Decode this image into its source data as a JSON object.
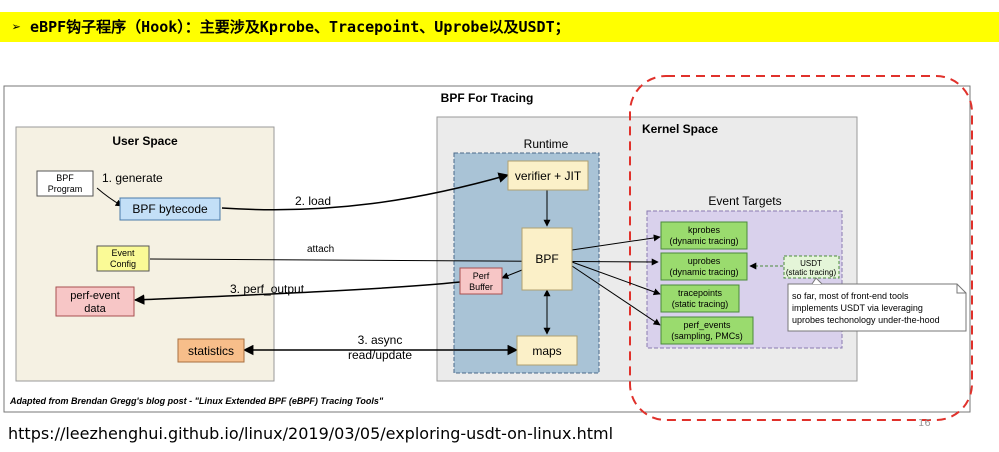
{
  "header": {
    "text": "➢ eBPF钩子程序（Hook）：主要涉及Kprobe、Tracepoint、Uprobe以及USDT；"
  },
  "diagram": {
    "title": "BPF For Tracing",
    "user_space": {
      "title": "User Space",
      "bpf_program": [
        "BPF",
        "Program"
      ],
      "bpf_bytecode": "BPF bytecode",
      "event_config": [
        "Event",
        "Config"
      ],
      "perf_event_data": [
        "perf-event",
        "data"
      ],
      "statistics": "statistics"
    },
    "runtime": {
      "title": "Runtime",
      "verifier": "verifier + JIT",
      "bpf": "BPF",
      "perf_buffer": [
        "Perf",
        "Buffer"
      ],
      "maps": "maps"
    },
    "kernel_space": {
      "title": "Kernel Space",
      "event_targets": {
        "title": "Event Targets",
        "kprobes": [
          "kprobes",
          "(dynamic tracing)"
        ],
        "uprobes": [
          "uprobes",
          "(dynamic tracing)"
        ],
        "tracepoints": [
          "tracepoints",
          "(static tracing)"
        ],
        "perf_events": [
          "perf_events",
          "(sampling, PMCs)"
        ],
        "usdt": [
          "USDT",
          "(static tracing)"
        ]
      },
      "note": [
        "so far, most of front-end tools",
        "implements USDT via leveraging",
        "uprobes techonology under-the-hood"
      ]
    },
    "edges": {
      "generate": "1. generate",
      "load": "2. load",
      "attach": "attach",
      "perf_output": "3. perf_output",
      "async": [
        "3. async",
        "read/update"
      ]
    },
    "footer": "Adapted from Brendan Gregg's  blog post - \"Linux Extended BPF (eBPF) Tracing Tools\""
  },
  "source_url": "https://leezhenghui.github.io/linux/2019/03/05/exploring-usdt-on-linux.html",
  "page_number": "16"
}
